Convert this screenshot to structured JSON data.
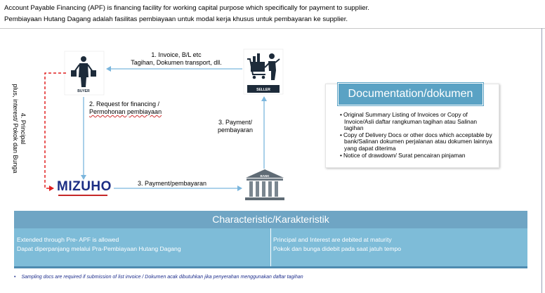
{
  "header": {
    "line1": "Account Payable Financing (APF) is financing facility for working capital purpose which specifically for payment to supplier.",
    "line2": "Pembiayaan Hutang Dagang adalah fasilitas pembiayaan untuk modal kerja khusus untuk pembayaran ke supplier."
  },
  "nodes": {
    "buyer_label": "BUYER",
    "seller_label": "SELLER",
    "bank_label": "BANK",
    "mizuho_logo": "MIZUHO"
  },
  "flows": {
    "step1_line1": "1.    Invoice, B/L etc",
    "step1_line2": "Tagihan, Dokumen transport, dll.",
    "step2_line1": "2. Request for financing /",
    "step2_line2": "Permohonan pembiayaan",
    "step3_vertical_line1": "3. Payment/",
    "step3_vertical_line2": "pembayaran",
    "step3_horizontal": "3. Payment/pembayaran",
    "step4_line1": "4. Principal",
    "step4_line2": "plus, interest/ Pokok dan Bunga"
  },
  "documentation": {
    "title": "Documentation/dokumen",
    "items": [
      "Original Summary Listing of Invoices or Copy of Invoice/Asli daftar rangkuman tagihan atau Salinan tagihan",
      "Copy of Delivery Docs or other docs which acceptable by bank/Salinan dokumen perjalanan atau dokumen lainnya yang dapat diterima",
      "Notice of drawdown/ Surat pencairan pinjaman"
    ]
  },
  "characteristic": {
    "title": "Characteristic/Karakteristik",
    "left_line1": "Extended through Pre- APF is allowed",
    "left_line2": "Dapat diperpanjang melalui Pra-Pembiayaan Hutang Dagang",
    "right_line1": "Principal and Interest are debited at maturity",
    "right_line2": "Pokok dan bunga didebit pada saat jatuh tempo"
  },
  "footnote": "Sampling docs are required if submission of list invoice / Dokumen acak dibutuhkan jika penyerahan menggunakan daftar tagihan",
  "colors": {
    "arrow": "#7bb6dd",
    "dashed_arrow": "#e02020",
    "char_title_bg": "#6fa5c4",
    "char_panel_bg": "#7ebcd8",
    "doc_title_bg": "#5aa2c4",
    "mizuho_blue": "#1c2e84"
  }
}
